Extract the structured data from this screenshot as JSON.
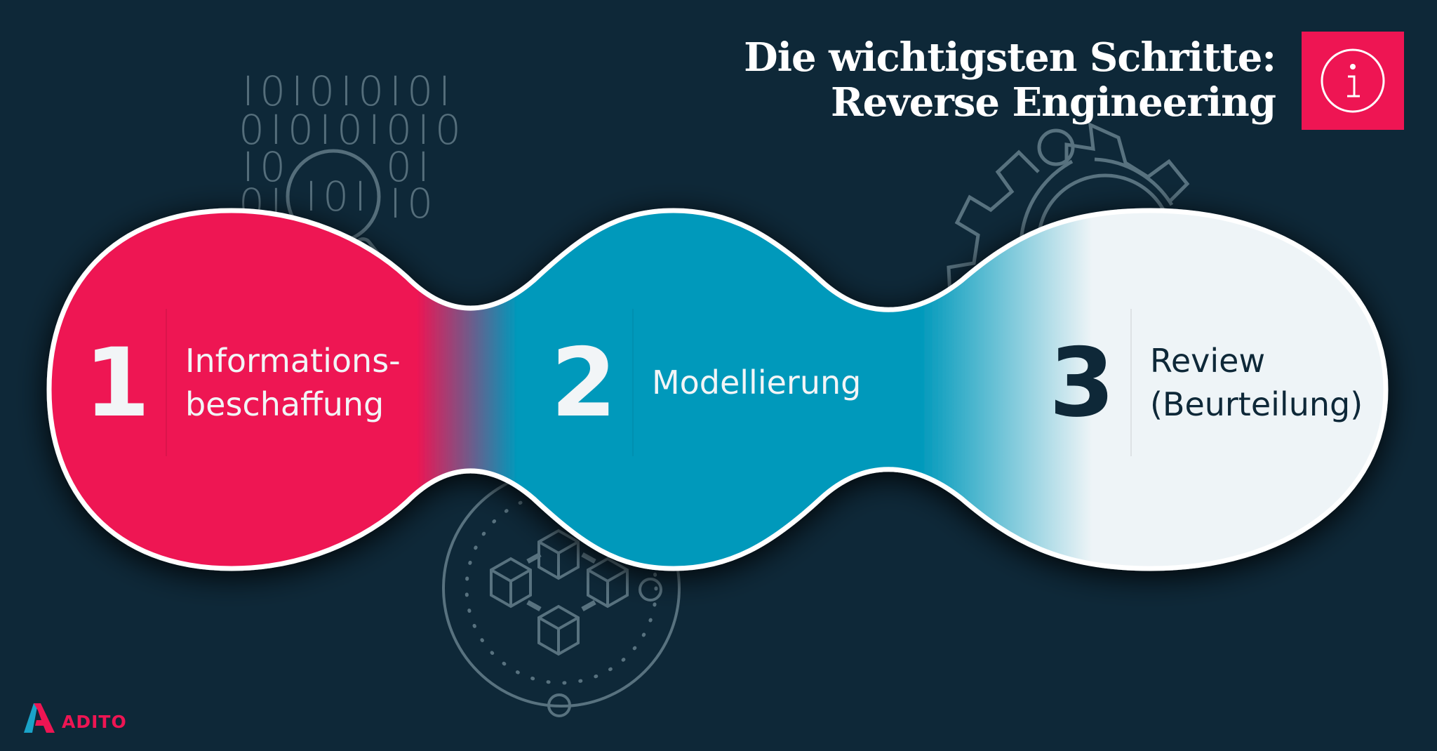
{
  "header": {
    "title_line1": "Die wichtigsten Schritte:",
    "title_line2": "Reverse Engineering",
    "info_icon": "info-icon"
  },
  "steps": [
    {
      "number": "1",
      "label": "Informations-\nbeschaffung",
      "color": "#ee1553"
    },
    {
      "number": "2",
      "label": "Modellierung",
      "color": "#0099bb"
    },
    {
      "number": "3",
      "label": "Review\n(Beurteilung)",
      "color": "#eef4f7"
    }
  ],
  "decorations": {
    "binary_rows": [
      "I0I0I0I0I",
      "0I0I0I0I0",
      "I0       0I",
      "0I  I0I  I0"
    ],
    "icons": [
      "binary-magnifier-icon",
      "gear-chart-icon",
      "blocks-network-icon"
    ]
  },
  "brand": {
    "name": "ADITO",
    "accent": "#ee1553",
    "secondary": "#1aa3c8"
  },
  "colors": {
    "background": "#0e2838",
    "pink": "#ee1553",
    "teal": "#0099bb",
    "light": "#eef4f7",
    "line": "#5d7683"
  }
}
